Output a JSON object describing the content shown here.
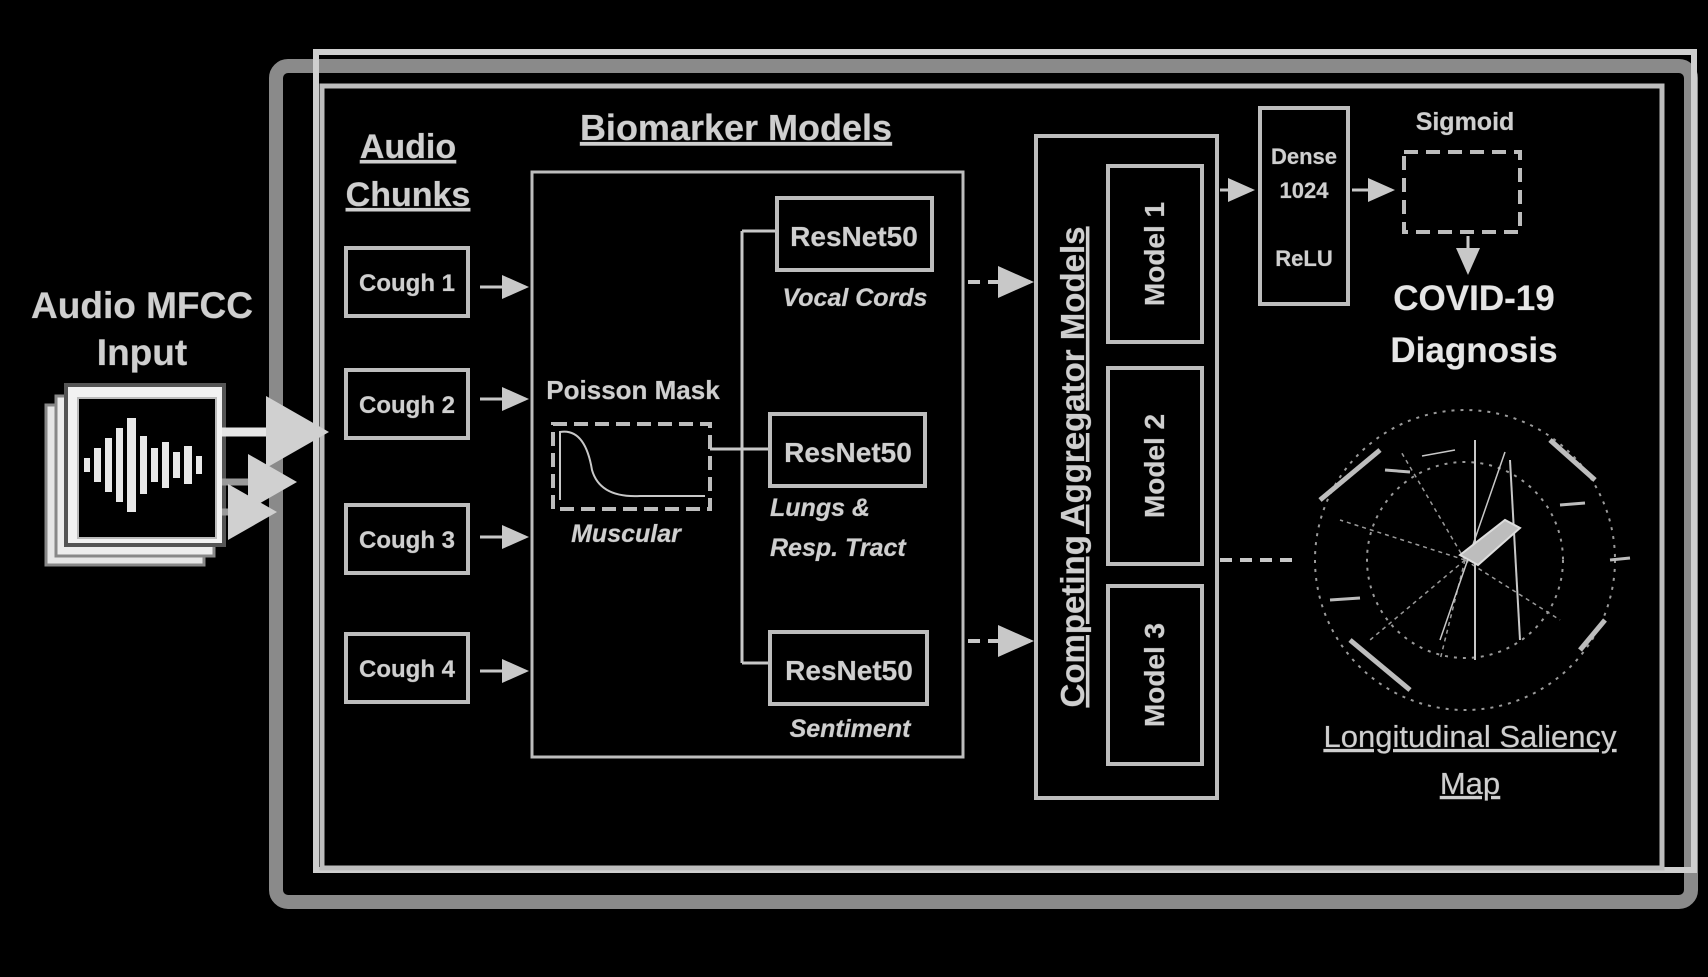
{
  "input": {
    "title_line1": "Audio MFCC",
    "title_line2": "Input",
    "icon": "audio-waveform-icon"
  },
  "chunks": {
    "title_line1": "Audio",
    "title_line2": "Chunks",
    "items": [
      "Cough 1",
      "Cough 2",
      "Cough 3",
      "Cough 4"
    ]
  },
  "biomarker": {
    "title": "Biomarker Models",
    "poisson_mask": "Poisson Mask",
    "muscular": "Muscular",
    "resnet": [
      "ResNet50",
      "ResNet50",
      "ResNet50"
    ],
    "vocal_cords": "Vocal Cords",
    "lungs_line1": "Lungs &",
    "lungs_line2": "Resp. Tract",
    "sentiment": "Sentiment"
  },
  "aggregator": {
    "title": "Competing Aggregator Models",
    "models": [
      "Model 1",
      "Model 2",
      "Model 3"
    ]
  },
  "dense": {
    "line1": "Dense",
    "line2": "1024",
    "line3": "ReLU"
  },
  "sigmoid": "Sigmoid",
  "diagnosis": {
    "line1": "COVID-19",
    "line2": "Diagnosis"
  },
  "saliency": {
    "line1": "Longitudinal Saliency",
    "line2": "Map"
  },
  "colors": {
    "background": "#000000",
    "frame": "#bdbdbd",
    "lines": "#c8c8c8"
  }
}
